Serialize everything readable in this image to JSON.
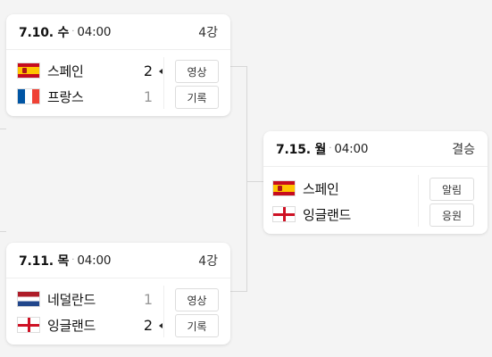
{
  "matches": [
    {
      "date": "7.10. 수",
      "time": "04:00",
      "round": "4강",
      "team1": {
        "name": "스페인",
        "flag": "spain-flag-icon",
        "score": "2",
        "winner": true
      },
      "team2": {
        "name": "프랑스",
        "flag": "france-flag-icon",
        "score": "1",
        "winner": false
      },
      "btn1": "영상",
      "btn2": "기록"
    },
    {
      "date": "7.11. 목",
      "time": "04:00",
      "round": "4강",
      "team1": {
        "name": "네덜란드",
        "flag": "netherlands-flag-icon",
        "score": "1",
        "winner": false
      },
      "team2": {
        "name": "잉글랜드",
        "flag": "england-flag-icon",
        "score": "2",
        "winner": true
      },
      "btn1": "영상",
      "btn2": "기록"
    }
  ],
  "final": {
    "date": "7.15. 월",
    "time": "04:00",
    "round": "결승",
    "team1": {
      "name": "스페인",
      "flag": "spain-flag-icon"
    },
    "team2": {
      "name": "잉글랜드",
      "flag": "england-flag-icon"
    },
    "btn1": "알림",
    "btn2": "응원"
  },
  "colors": {
    "background": "#f4f4f4",
    "card": "#ffffff",
    "connector": "#d7d7d7",
    "muted_score": "#999999"
  }
}
